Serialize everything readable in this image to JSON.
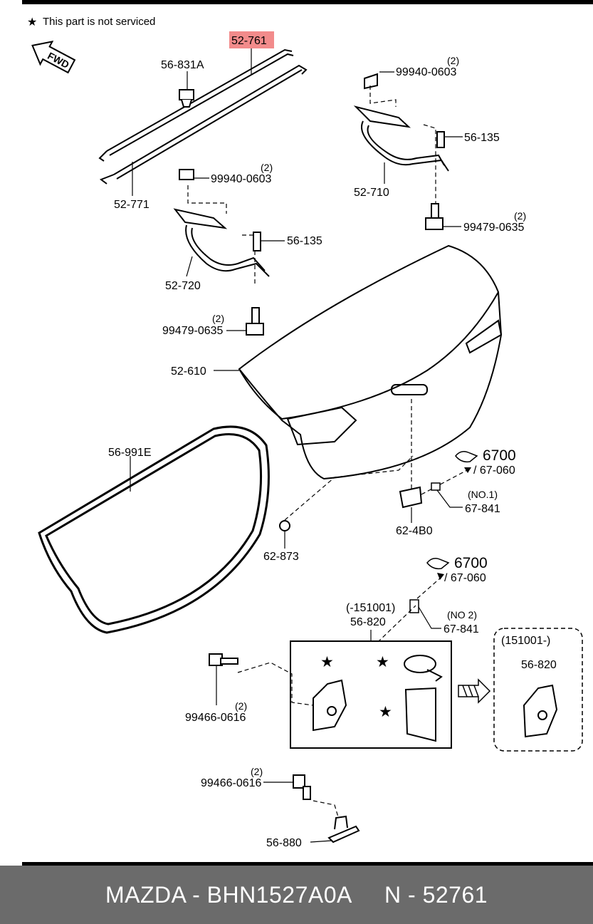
{
  "legend": {
    "star": "★",
    "text": "This part is not serviced"
  },
  "fwd": "FWD",
  "highlight_color": "#f28b8b",
  "labels": {
    "p52_761": "52-761",
    "p56_831a": "56-831A",
    "p52_771": "52-771",
    "p99940_a": "99940-0603",
    "q99940_a": "(2)",
    "p99940_b": "99940-0603",
    "q99940_b": "(2)",
    "p56_135_a": "56-135",
    "p56_135_b": "56-135",
    "p52_710": "52-710",
    "p52_720": "52-720",
    "p99479_a": "99479-0635",
    "q99479_a": "(2)",
    "p99479_b": "99479-0635",
    "q99479_b": "(2)",
    "p52_610": "52-610",
    "p56_991e": "56-991E",
    "p6700_a": "6700",
    "p67_060_a": "/ 67-060",
    "no1": "(NO.1)",
    "p67_841_a": "67-841",
    "p62_4b0": "62-4B0",
    "p62_873": "62-873",
    "p6700_b": "6700",
    "p67_060_b": "/ 67-060",
    "range_a": "(-151001)",
    "p56_820_a": "56-820",
    "no2": "(NO 2)",
    "p67_841_b": "67-841",
    "range_b": "(151001-)",
    "p56_820_b": "56-820",
    "p99466_a": "99466-0616",
    "q99466_a": "(2)",
    "p99466_b": "99466-0616",
    "q99466_b": "(2)",
    "p56_880": "56-880",
    "star": "★"
  },
  "footer": {
    "text": "MAZDA - BHN1527A0A     N - 52761"
  }
}
